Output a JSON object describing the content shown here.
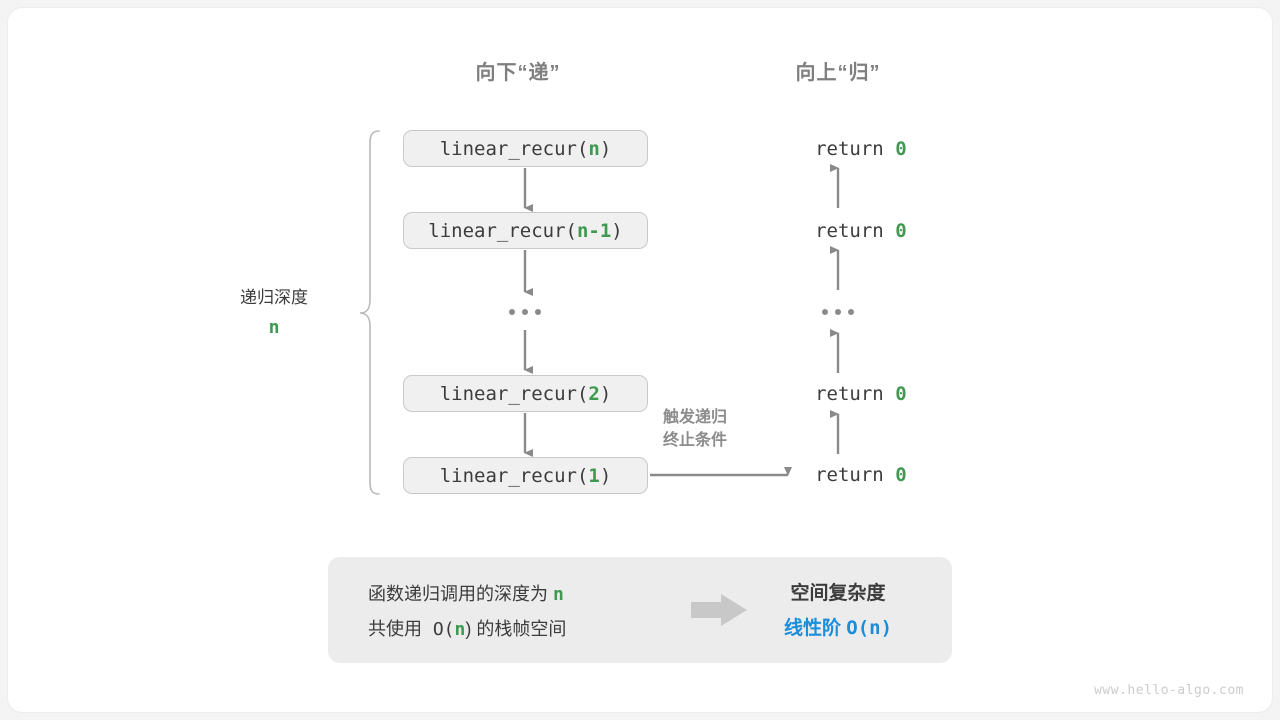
{
  "headings": {
    "down": "向下“递”",
    "up": "向上“归”"
  },
  "depth": {
    "label": "递归深度",
    "value": "n"
  },
  "calls": [
    {
      "prefix": "linear_recur(",
      "arg": "n",
      "suffix": ")"
    },
    {
      "prefix": "linear_recur(",
      "arg": "n-1",
      "suffix": ")"
    },
    {
      "prefix": "linear_recur(",
      "arg": "2",
      "suffix": ")"
    },
    {
      "prefix": "linear_recur(",
      "arg": "1",
      "suffix": ")"
    }
  ],
  "returns": [
    {
      "keyword": "return ",
      "value": "0"
    },
    {
      "keyword": "return ",
      "value": "0"
    },
    {
      "keyword": "return ",
      "value": "0"
    },
    {
      "keyword": "return ",
      "value": "0"
    }
  ],
  "ellipsis": "···",
  "terminate_note": "触发递归\n终止条件",
  "summary": {
    "line1_a": "函数递归调用的深度为  ",
    "line1_n": "n",
    "line2_a": "共使用  O(",
    "line2_n": "n",
    "line2_b": ")  的栈帧空间",
    "result_title": "空间复杂度",
    "result_order": "线性阶  ",
    "result_big_o": "O(n)"
  },
  "watermark": "www.hello-algo.com",
  "colors": {
    "green": "#3f9950",
    "blue": "#1a8ddb",
    "arrow_gray": "#8a8a8a",
    "box_fill": "#f0f0f0",
    "box_border": "#c9c9c9",
    "summary_fill": "#ececec",
    "heading_gray": "#7f7f7f",
    "text_dark": "#3c3c3c",
    "watermark_gray": "#cccccc"
  }
}
